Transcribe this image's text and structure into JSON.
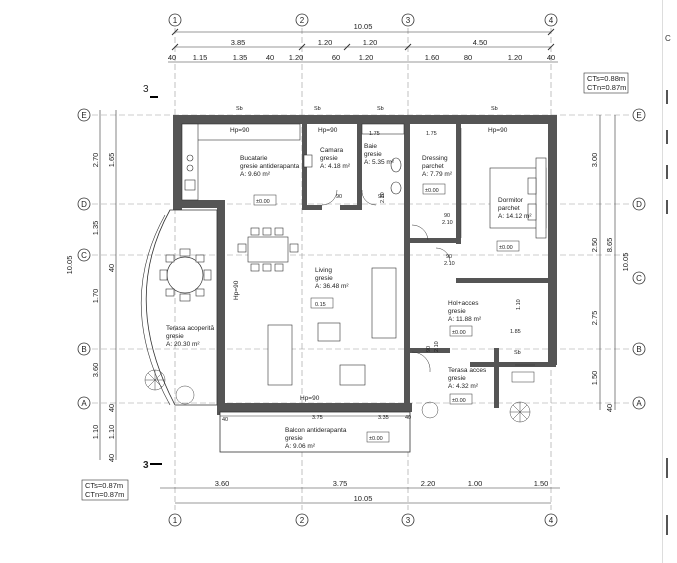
{
  "axes": {
    "columns": [
      "1",
      "2",
      "3",
      "4"
    ],
    "rows": [
      "E",
      "D",
      "C",
      "B",
      "A"
    ]
  },
  "dims_top": {
    "total": "10.05",
    "row1": [
      "3.85",
      "1.20",
      "1.20",
      "4.50"
    ],
    "row2": [
      "40",
      "1.15",
      "1.35",
      "40",
      "1.20",
      "60",
      "1.20",
      "1.60",
      "80",
      "1.20",
      "40"
    ]
  },
  "dims_bottom": {
    "total": "10.05",
    "row1": [
      "3.60",
      "3.75",
      "2.20",
      "1.00",
      "1.50"
    ]
  },
  "dims_left": {
    "total": "10.05",
    "row1": [
      "2.70",
      "1.35",
      "1.70",
      "3.60",
      "1.10"
    ],
    "row2": [
      "1.65",
      "40",
      "40",
      "1.10",
      "40"
    ]
  },
  "dims_right": {
    "total": "10.05",
    "row1": [
      "3.00",
      "2.50",
      "2.75",
      "1.50"
    ],
    "row2": [
      "8.65",
      "40"
    ]
  },
  "levels_top": {
    "cts": "CTs=0.88m",
    "ctn": "CTn=0.87m"
  },
  "levels_bottom": {
    "cts": "CTs=0.87m",
    "ctn": "CTn=0.87m"
  },
  "section_marks": {
    "top": "3",
    "bottom": "3"
  },
  "rooms": {
    "bucatarie": {
      "name": "Bucatarie",
      "floor": "gresie antiderapanta",
      "area": "A: 9.60 m²"
    },
    "camara": {
      "name": "Camara",
      "floor": "gresie",
      "area": "A: 4.18 m²"
    },
    "baie": {
      "name": "Baie",
      "floor": "gresie",
      "area": "A: 5.35 m²"
    },
    "dressing": {
      "name": "Dressing",
      "floor": "parchet",
      "area": "A: 7.79 m²"
    },
    "dormitor": {
      "name": "Dormitor",
      "floor": "parchet",
      "area": "A: 14.12 m²"
    },
    "living": {
      "name": "Living",
      "floor": "gresie",
      "area": "A: 36.48 m²"
    },
    "terasa_acoperita": {
      "name": "Terasa acoperită",
      "floor": "gresie",
      "area": "A: 20.30 m²"
    },
    "hol": {
      "name": "Hol+acces",
      "floor": "gresie",
      "area": "A: 11.88 m²"
    },
    "terasa_acces": {
      "name": "Terasa acces",
      "floor": "gresie",
      "area": "A: 4.32 m²"
    },
    "balcon": {
      "name": "Balcon antiderapanta",
      "floor": "gresie",
      "area": "A: 9.06 m²"
    }
  },
  "levels": {
    "zero": "±0.00",
    "living_step": "0.15"
  },
  "labels": {
    "hp90": "Hp=90",
    "hp90_side": "Hp=90",
    "sb": "Sb",
    "d175": "1.75",
    "door90": "90",
    "door210": "2.10",
    "d375": "3.75",
    "d335": "3.35",
    "d40": "40",
    "d110": "1.10",
    "d185": "1.85",
    "baie_210": "2.10"
  },
  "side_panel": {
    "glyph": "C"
  }
}
